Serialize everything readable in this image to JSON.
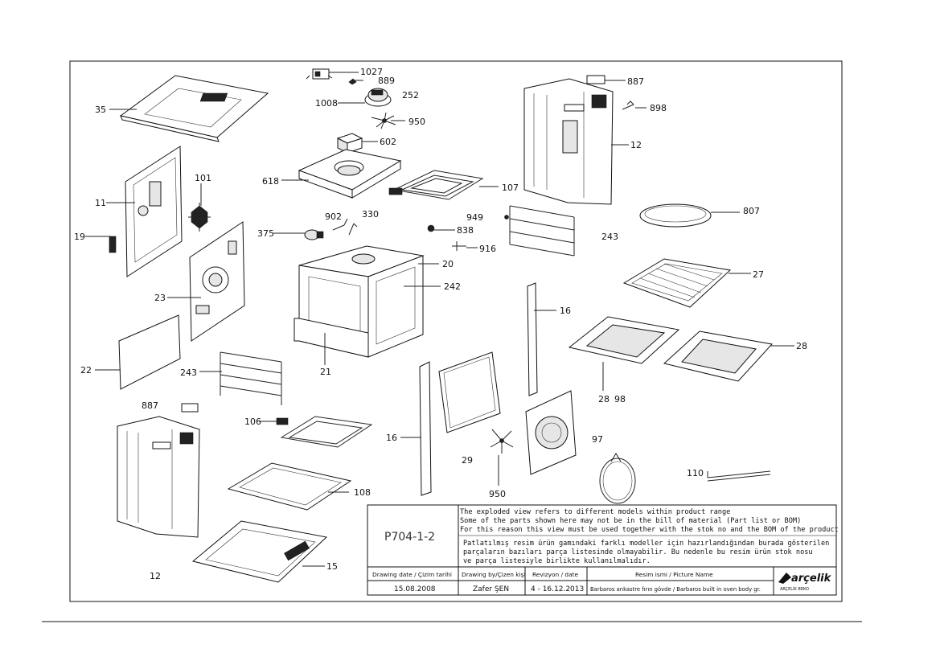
{
  "labels": {
    "l1027": "1027",
    "l889": "889",
    "l252": "252",
    "l1008": "1008",
    "l950a": "950",
    "l602": "602",
    "l35": "35",
    "l887a": "887",
    "l898": "898",
    "l12a": "12",
    "l618": "618",
    "l107": "107",
    "l11": "11",
    "l101": "101",
    "l19": "19",
    "l902": "902",
    "l330": "330",
    "l949": "949",
    "l375": "375",
    "l838": "838",
    "l807": "807",
    "l243a": "243",
    "l916": "916",
    "l20": "20",
    "l242": "242",
    "l23": "23",
    "l27": "27",
    "l16a": "16",
    "l22": "22",
    "l21": "21",
    "l243b": "243",
    "l28a": "28",
    "l28b": "28",
    "l98": "98",
    "l887b": "887",
    "l106": "106",
    "l16b": "16",
    "l29": "29",
    "l97": "97",
    "l110": "110",
    "l950b": "950",
    "l108": "108",
    "l12b": "12",
    "l15": "15"
  },
  "title_block": {
    "drawing_code": "P704-1-2",
    "note_en_1": "The exploded view refers to different models within product range",
    "note_en_2": "Some of the parts shown here may not be in the bill of material (Part list or BOM)",
    "note_en_3": "For this reason this view must be used together with the stok no and the BOM of the product",
    "note_tr_1": "Patlatılmış resim ürün gamındaki farklı modeller için hazırlandığından burada gösterilen",
    "note_tr_2": "parçaların bazıları parça listesinde olmayabilir. Bu nedenle bu resim ürün stok nosu",
    "note_tr_3": "ve parça listesiyle birlikte kullanılmalıdır.",
    "h_date": "Drawing date / Çizim tarihi",
    "h_by": "Drawing by/Çizen kişi",
    "h_rev": "Revizyon / date",
    "h_name": "Resim ismi / Picture Name",
    "v_date": "15.08.2008",
    "v_by": "Zafer ŞEN",
    "v_rev": "4 - 16.12.2013",
    "v_name": "Barbaros ankastre fırın gövde / Barbaros built in oven body gr.",
    "brand": "arçelik",
    "brand_sub": "ARÇELİK BEKO"
  },
  "colors": {
    "line": "#222222",
    "fill_light": "#e6e6e6",
    "fill_dark": "#222222"
  }
}
